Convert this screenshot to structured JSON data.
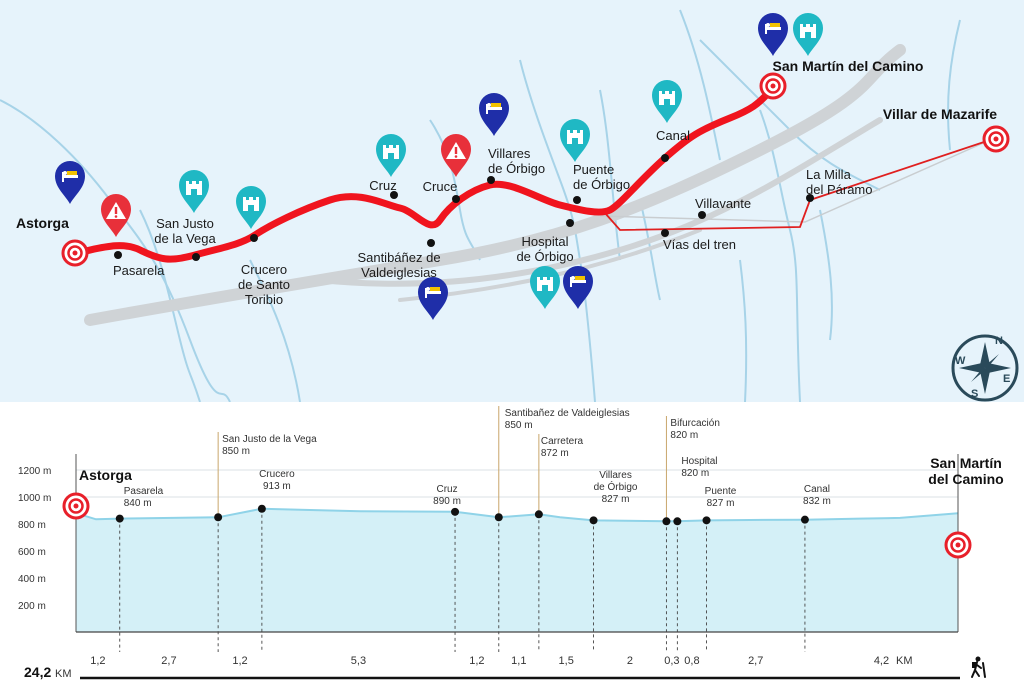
{
  "map": {
    "places": [
      {
        "id": "astorga",
        "label": "Astorga"
      },
      {
        "id": "pasarela",
        "label": "Pasarela"
      },
      {
        "id": "san-justo",
        "label": [
          "San Justo",
          "de la Vega"
        ]
      },
      {
        "id": "crucero",
        "label": [
          "Crucero",
          "de Santo",
          "Toribio"
        ]
      },
      {
        "id": "cruz",
        "label": "Cruz"
      },
      {
        "id": "santibanez",
        "label": [
          "Santibáñez de",
          "Valdeiglesias"
        ]
      },
      {
        "id": "cruce",
        "label": "Cruce"
      },
      {
        "id": "villares",
        "label": [
          "Villares",
          "de Órbigo"
        ]
      },
      {
        "id": "puente",
        "label": [
          "Puente",
          "de Órbigo"
        ]
      },
      {
        "id": "hospital",
        "label": [
          "Hospital",
          "de Órbigo"
        ]
      },
      {
        "id": "canal",
        "label": "Canal"
      },
      {
        "id": "san-martin",
        "label": "San Martín del Camino"
      },
      {
        "id": "villavante",
        "label": "Villavante"
      },
      {
        "id": "vias",
        "label": "Vías del tren"
      },
      {
        "id": "la-milla",
        "label": [
          "La Milla",
          "del Páramo"
        ]
      },
      {
        "id": "villar",
        "label": "Villar de Mazarife"
      }
    ],
    "compass": {
      "letters": [
        "N",
        "E",
        "S",
        "W"
      ]
    },
    "colors": {
      "route": "#f0141e",
      "alt_route": "#e02020",
      "river": "#9fcfe6",
      "road": "#cfd3d6",
      "hostel_pin": "#1f2ea8",
      "sight_pin": "#1fb8c4",
      "warning_pin": "#e8303a"
    }
  },
  "profile": {
    "start": {
      "label": "Astorga"
    },
    "end": {
      "label": [
        "San Martín",
        "del Camino"
      ]
    },
    "y_axis": [
      "1200 m",
      "1000 m",
      "800 m",
      "600 m",
      "400 m",
      "200 m"
    ],
    "waypoints": [
      {
        "name": [
          "Pasarela"
        ],
        "alt": "840 m",
        "elev": 840
      },
      {
        "name": [
          "San Justo de la Vega"
        ],
        "alt": "850 m",
        "elev": 850
      },
      {
        "name": [
          "Crucero"
        ],
        "alt": "913 m",
        "elev": 913
      },
      {
        "name": [
          "Cruz"
        ],
        "alt": "890 m",
        "elev": 890
      },
      {
        "name": [
          "Santibañez de Valdeiglesias"
        ],
        "alt": "850 m",
        "elev": 850
      },
      {
        "name": [
          "Carretera"
        ],
        "alt": "872 m",
        "elev": 872
      },
      {
        "name": [
          "Villares",
          "de Órbigo"
        ],
        "alt": "827 m",
        "elev": 827
      },
      {
        "name": [
          "Bifurcación"
        ],
        "alt": "820 m",
        "elev": 820
      },
      {
        "name": [
          "Hospital"
        ],
        "alt": "820 m",
        "elev": 820
      },
      {
        "name": [
          "Puente"
        ],
        "alt": "827 m",
        "elev": 827
      },
      {
        "name": [
          "Canal"
        ],
        "alt": "832 m",
        "elev": 832
      }
    ],
    "segments": [
      "1,2",
      "2,7",
      "1,2",
      "5,3",
      "1,2",
      "1,1",
      "1,5",
      "2",
      "0,3",
      "0,8",
      "2,7",
      "4,2"
    ],
    "km_unit": "KM",
    "total": "24,2",
    "total_unit": "KM",
    "colors": {
      "fill": "#d4f0f7",
      "line": "#8fd3e8"
    }
  }
}
